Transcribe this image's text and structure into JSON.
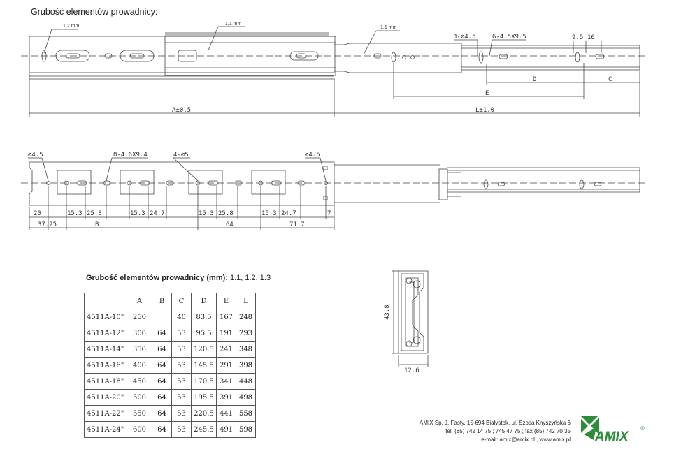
{
  "header": {
    "title": "Grubość elementów prowadnicy:"
  },
  "top_drawing": {
    "thickness_labels": [
      "1,2 mm",
      "1,1 mm",
      "1,1 mm"
    ],
    "hole_labels": [
      "3-⌀4.5",
      "6-4.5X9.5"
    ],
    "dims": {
      "d95": "9.5",
      "d16": "16",
      "D": "D",
      "C": "C",
      "E": "E",
      "A": "A±0.5",
      "L": "L±1.0"
    }
  },
  "mid_drawing": {
    "hole_labels": [
      "⌀4.5",
      "8-4.6X9.4",
      "4-⌀5",
      "⌀4.5"
    ],
    "dims": [
      "20",
      "15.3",
      "25.8",
      "15.3",
      "24.7",
      "15.3",
      "25.8",
      "15.3",
      "24.7",
      "7",
      "37.25",
      "B",
      "64",
      "71.7"
    ]
  },
  "table": {
    "title_bold": "Grubość elementów prowadnicy (mm):",
    "title_rest": " 1.1, 1.2, 1.3",
    "headers": [
      "",
      "A",
      "B",
      "C",
      "D",
      "E",
      "L"
    ],
    "rows": [
      [
        "4511A-10\"",
        "250",
        "",
        "40",
        "83.5",
        "167",
        "248"
      ],
      [
        "4511A-12\"",
        "300",
        "64",
        "53",
        "95.5",
        "191",
        "293"
      ],
      [
        "4511A-14\"",
        "350",
        "64",
        "53",
        "120.5",
        "241",
        "348"
      ],
      [
        "4511A-16\"",
        "400",
        "64",
        "53",
        "145.5",
        "291",
        "398"
      ],
      [
        "4511A-18\"",
        "450",
        "64",
        "53",
        "170.5",
        "341",
        "448"
      ],
      [
        "4511A-20\"",
        "500",
        "64",
        "53",
        "195.5",
        "391",
        "498"
      ],
      [
        "4511A-22\"",
        "550",
        "64",
        "53",
        "220.5",
        "441",
        "558"
      ],
      [
        "4511A-24\"",
        "600",
        "64",
        "53",
        "245.5",
        "491",
        "598"
      ]
    ]
  },
  "profile": {
    "height": "43.8",
    "width": "12.6"
  },
  "footer": {
    "line1": "AMIX Sp. J.  Fasty, 15-694 Białystok, ul. Szosa Knyszyńska 6",
    "line2": "tel. (85) 742 14 75 ; 745 47 75 ; fax (85) 742 70 35",
    "line3": "e-mail: amix@amix.pl , www.amix.pl"
  },
  "logo": {
    "text": "AMIX",
    "mark": "®",
    "color": "#2e8b3a"
  }
}
